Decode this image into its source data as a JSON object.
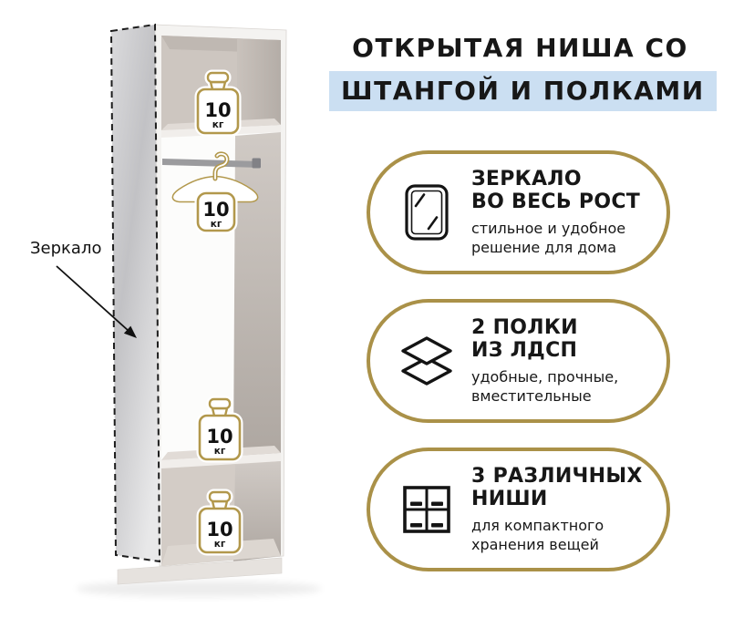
{
  "colors": {
    "accent_gold": "#aa9148",
    "title_highlight_blue": "#cbdff2",
    "text_dark": "#171717"
  },
  "title": {
    "line1": "ОТКРЫТАЯ НИША СО",
    "line2": "ШТАНГОЙ И ПОЛКАМИ"
  },
  "wardrobe": {
    "mirror_label": "Зеркало",
    "weights": [
      {
        "value": "10",
        "unit": "кг"
      },
      {
        "value": "10",
        "unit": "кг"
      },
      {
        "value": "10",
        "unit": "кг"
      },
      {
        "value": "10",
        "unit": "кг"
      }
    ]
  },
  "features": [
    {
      "icon": "mirror-icon",
      "title_line1": "ЗЕРКАЛО",
      "title_line2": "ВО ВЕСЬ РОСТ",
      "sub_line1": "стильное и удобное",
      "sub_line2": "решение для дома"
    },
    {
      "icon": "layers-icon",
      "title_line1": "2 ПОЛКИ",
      "title_line2": "ИЗ ЛДСП",
      "sub_line1": "удобные, прочные,",
      "sub_line2": "вместительные"
    },
    {
      "icon": "niches-icon",
      "title_line1": "3 РАЗЛИЧНЫХ",
      "title_line2": "НИШИ",
      "sub_line1": "для компактного",
      "sub_line2": "хранения вещей"
    }
  ]
}
